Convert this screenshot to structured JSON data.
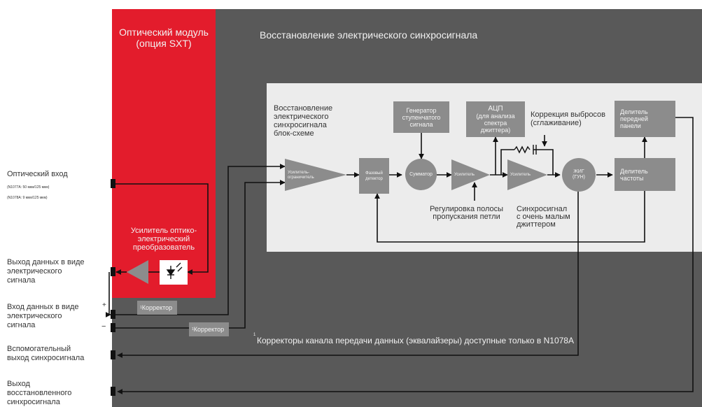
{
  "header": {
    "red_title_line1": "Оптический модуль",
    "red_title_line2": "(опция SXT)",
    "main_title": "Восстановление электрического синхросигнала"
  },
  "left_labels": {
    "optical_input": "Оптический вход",
    "optical_input_note1": "(N1077A: 50 мкм/125 мкм)",
    "optical_input_note2": "(N1078A: 9 мкм/125 мкм)",
    "data_out": [
      "Выход данных в виде",
      "электрического",
      "сигнала"
    ],
    "data_in": [
      "Вход данных в виде",
      "электрического",
      "сигнала"
    ],
    "aux_clock_out": [
      "Вспомогательный",
      "выход синхросигнала"
    ],
    "recovered_clock_out": [
      "Выход",
      "восстановленного",
      "синхросигнала"
    ],
    "plus": "+",
    "minus": "−"
  },
  "red_panel": {
    "converter_label": [
      "Усилитель оптико-",
      "электрический",
      "преобразователь"
    ]
  },
  "equalizers": {
    "corrector_label": "Корректор",
    "footnote_mark": "1",
    "footnote": "Корректоры канала передачи данных (эквалайзеры) доступные только в N1078A"
  },
  "diagram": {
    "caption": [
      "Восстановление",
      "электрического",
      "синхросигнала",
      "блок-схеме"
    ],
    "limiting_amp": [
      "Усилитель-",
      "ограничитель"
    ],
    "phase_detector": [
      "Фазовый",
      "детектор"
    ],
    "summator": "Сумматор",
    "amp1": "Усилитель",
    "amp2": "Усилитель",
    "yig": [
      "ЖИГ",
      "(ГУН)"
    ],
    "divider": [
      "Делитель",
      "частоты"
    ],
    "front_divider": [
      "Делитель",
      "передней",
      "панели"
    ],
    "step_gen": [
      "Генератор",
      "ступенчатого",
      "сигнала"
    ],
    "adc": [
      "АЦП",
      "(для анализа",
      "спектра",
      "джиттера)"
    ],
    "peaking": [
      "Коррекция выбросов",
      "(сглаживание)"
    ],
    "loop_bw": [
      "Регулировка полосы",
      "пропускания петли"
    ],
    "low_jitter": [
      "Синхросигнал",
      "с очень малым",
      "джиттером"
    ]
  }
}
